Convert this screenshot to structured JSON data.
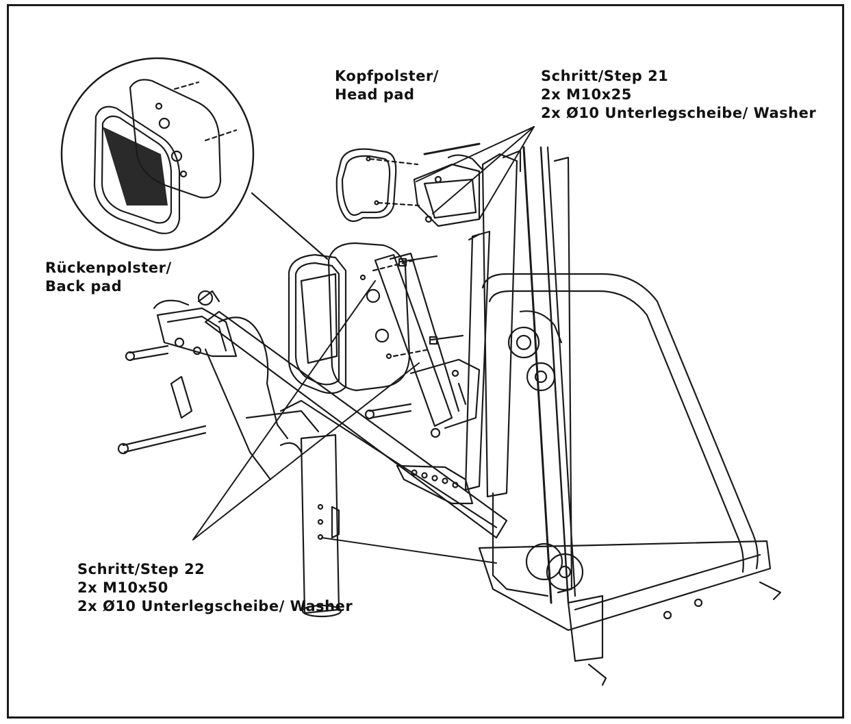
{
  "labels": {
    "head_pad": [
      "Kopfpolster/",
      "Head pad"
    ],
    "back_pad": [
      "Rückenpolster/",
      "Back pad"
    ],
    "step21": [
      "Schritt/Step 21",
      "2x M10x25",
      "2x Ø10 Unterlegscheibe/ Washer"
    ],
    "step22": [
      "Schritt/Step 22",
      "2x M10x50",
      "2x Ø10 Unterlegscheibe/ Washer"
    ]
  },
  "colors": {
    "line": "#1a1a1a",
    "background": "#ffffff",
    "pad_fill": "#2a2a2a"
  }
}
